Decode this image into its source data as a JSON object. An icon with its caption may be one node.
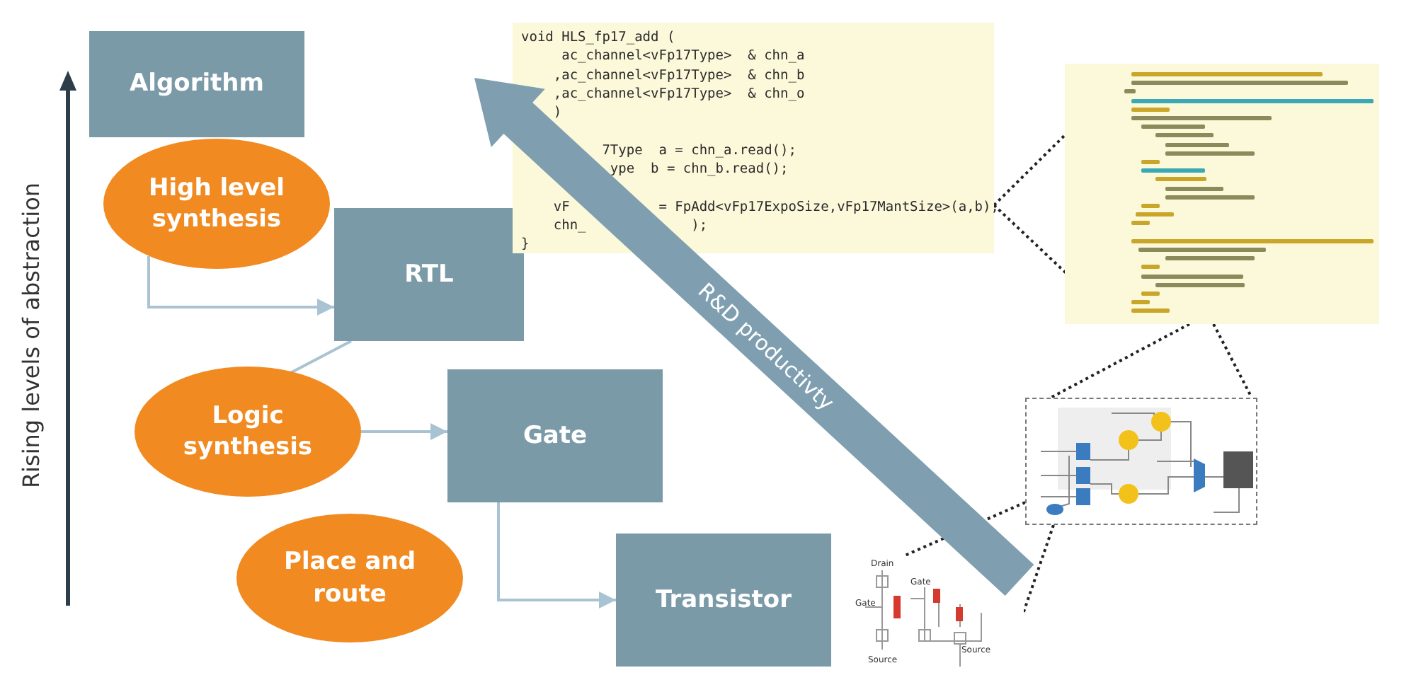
{
  "diagram": {
    "nodes": [
      {
        "text": [
          "Algorithm"
        ]
      },
      {
        "text": [
          "High level synthesis"
        ]
      },
      {
        "text": [
          "RTL"
        ]
      },
      {
        "text": [
          "Logic synthesis"
        ]
      },
      {
        "text": [
          "Gate"
        ]
      },
      {
        "text": [
          "Place and route"
        ]
      },
      {
        "text": [
          "Transistor"
        ]
      },
      {
        "text": [
          "void HLS_fp17_add (",
          "ac_channel<vFp17Type>  & chn_a",
          ",ac_channel<vFp17Type>  & chn_b",
          ",ac_channel<vFp17Type>  & chn_o",
          ")",
          "7Type  a = chn_a.read();",
          "ype  b = chn_b.read();",
          "vF",
          "= FpAdd<vFp17ExpoSize,vFp17MantSize>(a,b);",
          "chn_",
          ");",
          "}"
        ]
      },
      {
        "text": [],
        "shape": "picture"
      },
      {
        "text": [],
        "shape": "picture"
      },
      {
        "text": [
          "Drain",
          "Gate",
          "Source",
          "Gate",
          "Source"
        ]
      }
    ],
    "edges": [
      {
        "from": 1,
        "to": 2,
        "arrow": "to",
        "color": "#a9c3d3"
      },
      {
        "from": 2,
        "to": 3,
        "arrow": "none",
        "color": "#a9c3d3"
      },
      {
        "from": 3,
        "to": 4,
        "arrow": "to",
        "color": "#a9c3d3"
      },
      {
        "from": 4,
        "to": 6,
        "arrow": "to",
        "color": "#a9c3d3"
      },
      {
        "from": 7,
        "to": 8,
        "arrow": "none",
        "style": "dashed"
      },
      {
        "from": 7,
        "to": 8,
        "arrow": "none",
        "style": "dashed"
      },
      {
        "from": 8,
        "to": 9,
        "arrow": "none",
        "style": "dashed"
      },
      {
        "from": 8,
        "to": 9,
        "arrow": "none",
        "style": "dashed"
      },
      {
        "from": 9,
        "to": 10,
        "arrow": "none",
        "style": "dashed"
      },
      {
        "from": 9,
        "to": 10,
        "arrow": "none",
        "style": "dashed"
      },
      {
        "from": 10,
        "to": 7,
        "arrow": "to",
        "style": "thick",
        "color": "#7f9fb0",
        "label": "R&D productivty"
      }
    ],
    "labels": [
      "Rising levels of abstraction"
    ]
  }
}
